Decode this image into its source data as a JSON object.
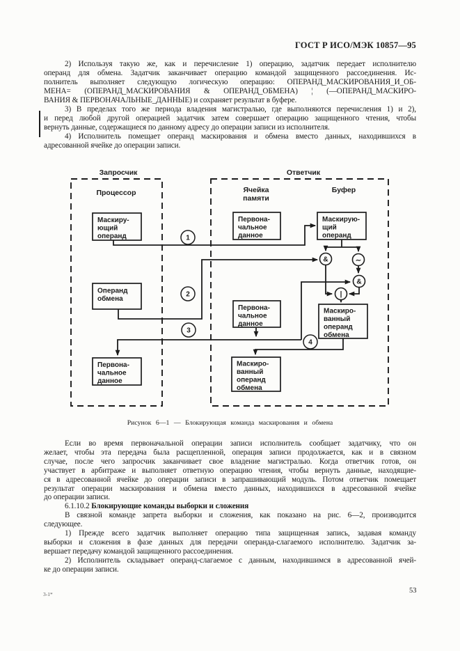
{
  "header": {
    "standard_ref": "ГОСТ Р ИСО/МЭК 10857—95"
  },
  "paragraphs_top": [
    {
      "lines": [
        "2) Используя такую же, как и перечисление 1) операцию, задатчик передает исполнителю",
        "операнд для обмена. Задатчик заканчивает операцию командой защищенного рассоединения. Ис-",
        "полнитель выполняет следующую логическую операцию: ОПЕРАНД_МАСКИРОВАНИЯ_И_ОБ-",
        "МЕНА= (ОПЕРАНД_МАСКИРОВАНИЯ & ОПЕРАНД_ОБМЕНА) ¦ (—ОПЕРАНД_МАСКИРО-",
        "ВАНИЯ & ПЕРВОНАЧАЛЬНЫЕ_ДАННЫЕ) и сохраняет результат в буфере."
      ]
    },
    {
      "lines": [
        "3) В пределах того же периода владения магистралью, где выполняются перечисления 1) и 2),",
        "и перед любой другой операцией задатчик затем совершает операцию защищенного чтения, чтобы",
        "вернуть данные, содержащиеся по данному адресу до операции записи из исполнителя."
      ]
    },
    {
      "lines": [
        "4) Исполнитель помещает операнд маскирования и обмена вместо данных, находившихся в",
        "адресованной ячейке до операции записи."
      ]
    }
  ],
  "figure": {
    "caption": "Рисунок 6—1 — Блокирующая команда маскирования и обмена",
    "labels": {
      "requester": "Запросчик",
      "responder": "Ответчик",
      "processor": "Процессор",
      "memory_line1": "Ячейка",
      "memory_line2": "памяти",
      "buffer": "Буфер"
    },
    "boxes": {
      "proc_mask": [
        "Маскиру-",
        "ющий",
        "операнд"
      ],
      "proc_swap": [
        "Операнд",
        "обмена"
      ],
      "proc_orig": [
        "Первона-",
        "чальное",
        "данное"
      ],
      "mem_orig_top": [
        "Первона-",
        "чальное",
        "данное"
      ],
      "mem_orig_low": [
        "Первона-",
        "чальное",
        "данное"
      ],
      "mem_result": [
        "Маскиро-",
        "ванный",
        "операнд",
        "обмена"
      ],
      "buf_mask": [
        "Маскирую-",
        "щий",
        "операнд"
      ],
      "buf_result": [
        "Маскиро-",
        "ванный",
        "операнд",
        "обмена"
      ]
    },
    "gates": {
      "and1": "&",
      "not1": "∼",
      "and2": "&",
      "or1": "|"
    },
    "transfers": {
      "t1": "1",
      "t2": "2",
      "t3": "3",
      "t4": "4"
    }
  },
  "paragraphs_bottom": [
    {
      "lines": [
        "Если во время первоначальной операции записи исполнитель сообщает задатчику, что он",
        "желает, чтобы эта передача была расщепленной, операция записи продолжается, как и в связном",
        "случае, после чего запросчик заканчивает свое владение магистралью. Когда ответчик готов, он",
        "участвует в арбитраже и выполняет ответную операцию чтения, чтобы вернуть данные, находящие-",
        "ся в адресованной ячейке до операции записи в запрашивающий модуль. Потом ответчик помещает",
        "результат операции маскирования и обмена вместо данных, находившихся в адресованной ячейке",
        "до операции записи."
      ]
    },
    {
      "type": "heading",
      "number": "6.1.10.2",
      "title": "Блокирующие команды выборки и сложения"
    },
    {
      "lines": [
        "В связной команде запрета выборки и сложения, как показано на рис. 6—2, производится",
        "следующее."
      ]
    },
    {
      "lines": [
        "1) Прежде всего задатчик выполняет операцию типа защищенная запись, задавая команду",
        "выборки и сложения в фазе данных для передачи операнда-слагаемого исполнителю. Задатчик за-",
        "вершает передачу командой защищенного рассоединения."
      ]
    },
    {
      "lines": [
        "2) Исполнитель складывает операнд-слагаемое с данным, находившимся в адресованной ячей-",
        "ке до операции записи."
      ]
    }
  ],
  "footer": {
    "signature": "3-1*",
    "page_number": "53"
  }
}
